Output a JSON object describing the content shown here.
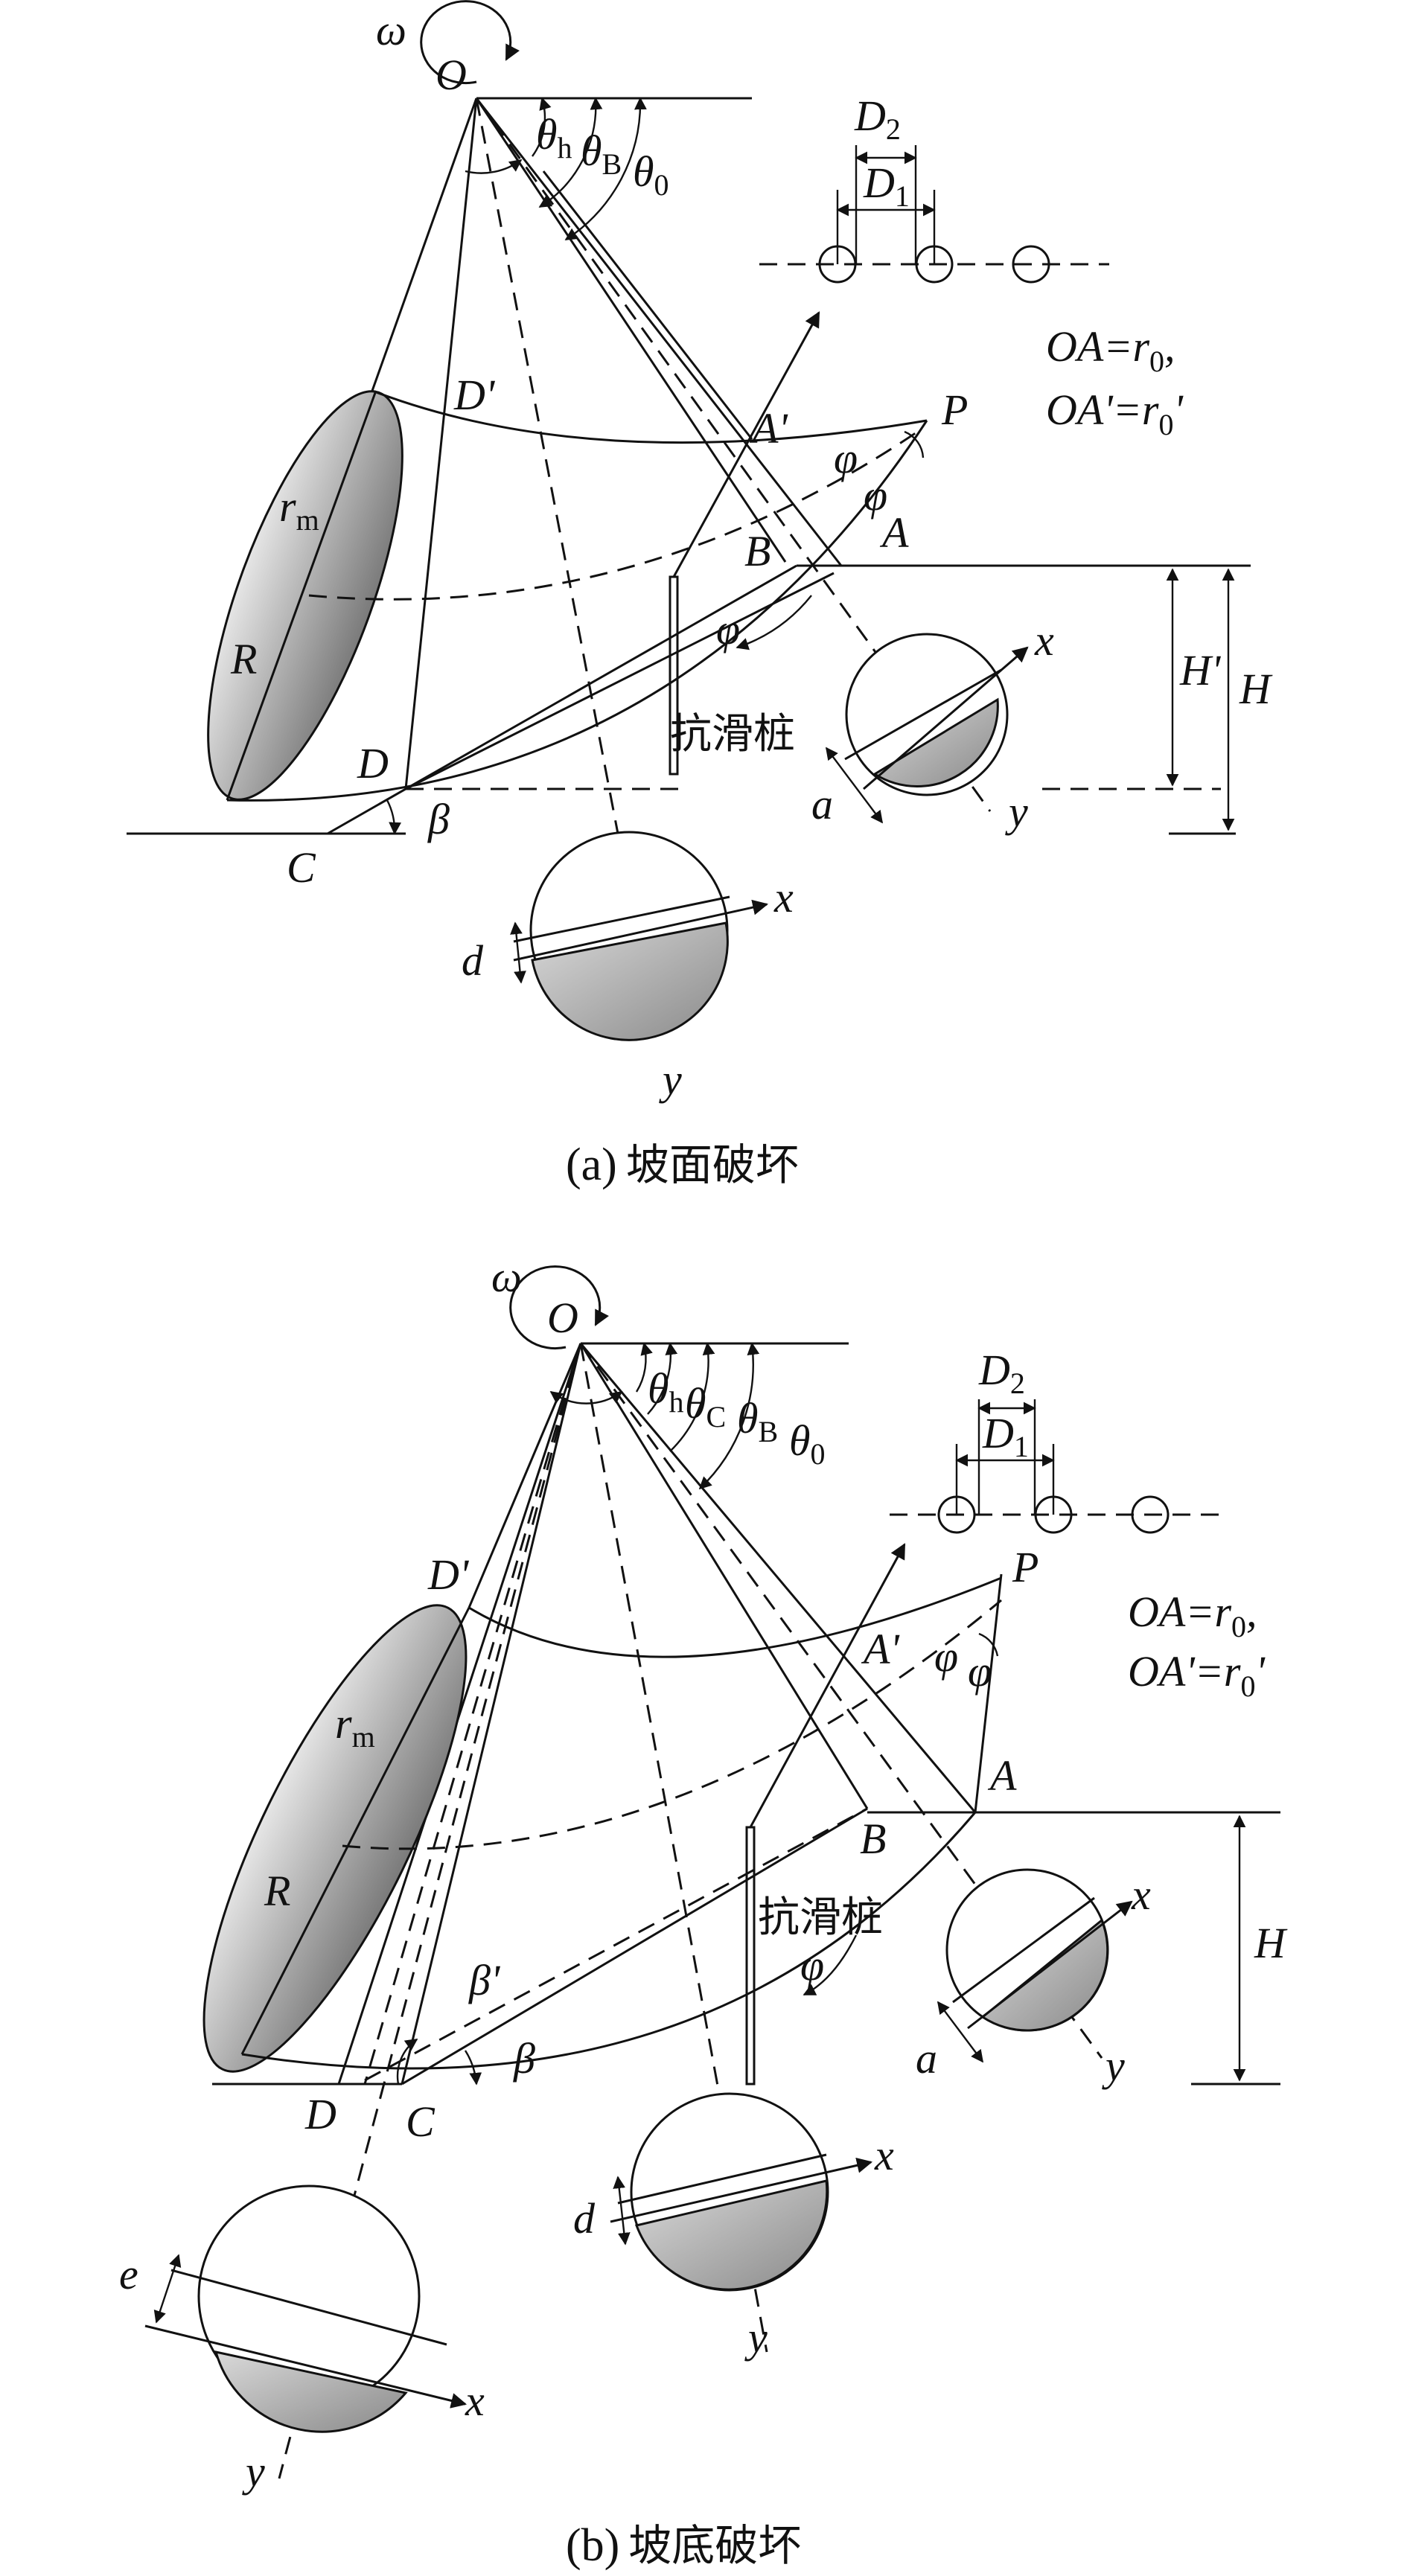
{
  "panel_a": {
    "caption_label": "(a)",
    "caption_text": "坡面破坏",
    "pile_label": "抗滑桩",
    "labels": {
      "omega": "ω",
      "O": "O",
      "theta_h": "θ",
      "theta_h_sub": "h",
      "theta_B": "θ",
      "theta_B_sub": "B",
      "theta_0": "θ",
      "theta_0_sub": "0",
      "D2": "D",
      "D2_sub": "2",
      "D1": "D",
      "D1_sub": "1",
      "D_prime": "D'",
      "A_prime": "A'",
      "P": "P",
      "phi1": "φ",
      "phi2": "φ",
      "phi3": "φ",
      "r_m": "r",
      "r_m_sub": "m",
      "R": "R",
      "B": "B",
      "A": "A",
      "H_prime": "H'",
      "H": "H",
      "D": "D",
      "C": "C",
      "beta": "β",
      "x1": "x",
      "y1": "y",
      "a": "a",
      "x2": "x",
      "y2": "y",
      "d": "d"
    },
    "eq1_lhs": "OA=r",
    "eq1_sub": "0",
    "eq1_tail": ",",
    "eq2_lhs": "OA'=r",
    "eq2_sub": "0",
    "eq2_tail": "'"
  },
  "panel_b": {
    "caption_label": "(b)",
    "caption_text": "坡底破坏",
    "pile_label": "抗滑桩",
    "labels": {
      "omega": "ω",
      "O": "O",
      "theta_h": "θ",
      "theta_h_sub": "h",
      "theta_C": "θ",
      "theta_C_sub": "C",
      "theta_B": "θ",
      "theta_B_sub": "B",
      "theta_0": "θ",
      "theta_0_sub": "0",
      "D2": "D",
      "D2_sub": "2",
      "D1": "D",
      "D1_sub": "1",
      "D_prime": "D'",
      "A_prime": "A'",
      "P": "P",
      "phi1": "φ",
      "phi2": "φ",
      "phi3": "φ",
      "r_m": "r",
      "r_m_sub": "m",
      "R": "R",
      "B": "B",
      "A": "A",
      "H": "H",
      "beta_prime": "β'",
      "beta": "β",
      "D": "D",
      "C": "C",
      "x1": "x",
      "y1": "y",
      "a": "a",
      "x2": "x",
      "y2": "y",
      "d": "d",
      "x3": "x",
      "y3": "y",
      "e": "e"
    },
    "eq1_lhs": "OA=r",
    "eq1_sub": "0",
    "eq1_tail": ",",
    "eq2_lhs": "OA'=r",
    "eq2_sub": "0",
    "eq2_tail": "'"
  }
}
